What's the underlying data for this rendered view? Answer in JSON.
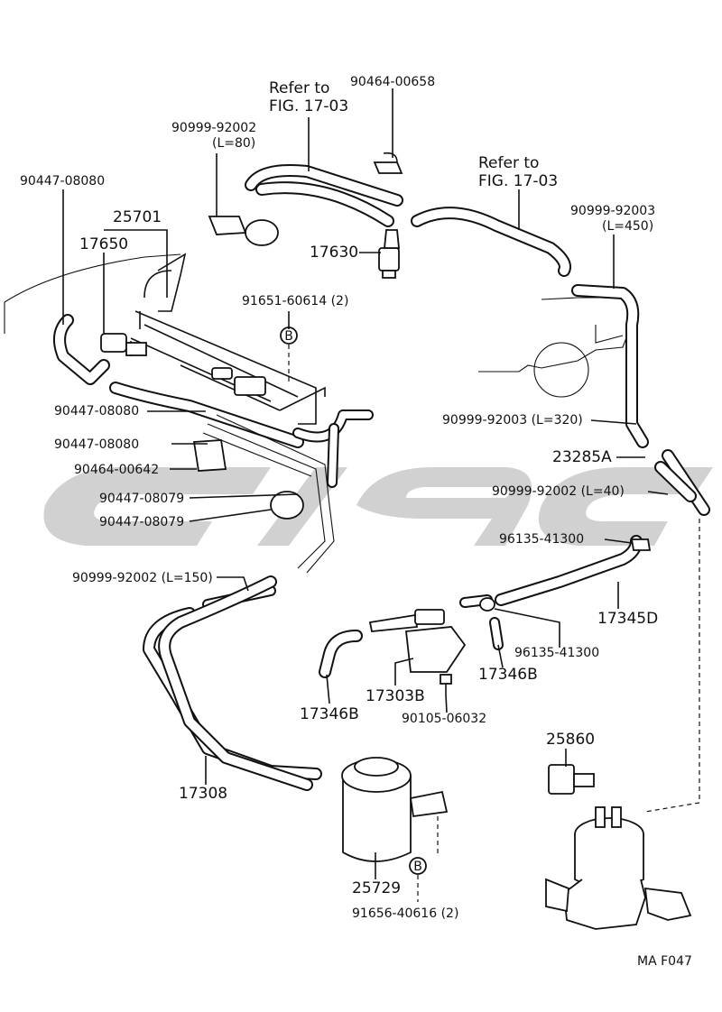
{
  "references": [
    {
      "line1": "Refer to",
      "line2": "FIG. 17-03"
    },
    {
      "line1": "Refer to",
      "line2": "FIG. 17-03"
    }
  ],
  "labels": {
    "p90464_00658": "90464-00658",
    "p90999_92002_l80": "90999-92002",
    "p90999_92002_l80_len": "(L=80)",
    "p90447_08080_top": "90447-08080",
    "p25701": "25701",
    "p17650": "17650",
    "p17630": "17630",
    "p90999_92003_l450": "90999-92003",
    "p90999_92003_l450_len": "(L=450)",
    "p91651_60614": "91651-60614 (2)",
    "p90447_08080_mid1": "90447-08080",
    "p90447_08080_mid2": "90447-08080",
    "p90464_00642": "90464-00642",
    "p90447_08079_a": "90447-08079",
    "p90447_08079_b": "90447-08079",
    "p90999_92003_l320": "90999-92003 (L=320)",
    "p23285A": "23285A",
    "p90999_92002_l40": "90999-92002 (L=40)",
    "p96135_41300_top": "96135-41300",
    "p90999_92002_l150": "90999-92002 (L=150)",
    "p17345D": "17345D",
    "p96135_41300_bot": "96135-41300",
    "p17346B_right": "17346B",
    "p17303B": "17303B",
    "p17346B_left": "17346B",
    "p90105_06032": "90105-06032",
    "p17308": "17308",
    "p25860": "25860",
    "p25729": "25729",
    "p91656_40616": "91656-40616 (2)",
    "bolt_marker": "B",
    "figure_code": "MA  F047"
  },
  "colors": {
    "ink": "#111111",
    "paper": "#ffffff",
    "watermark": "#c9c9c9"
  }
}
